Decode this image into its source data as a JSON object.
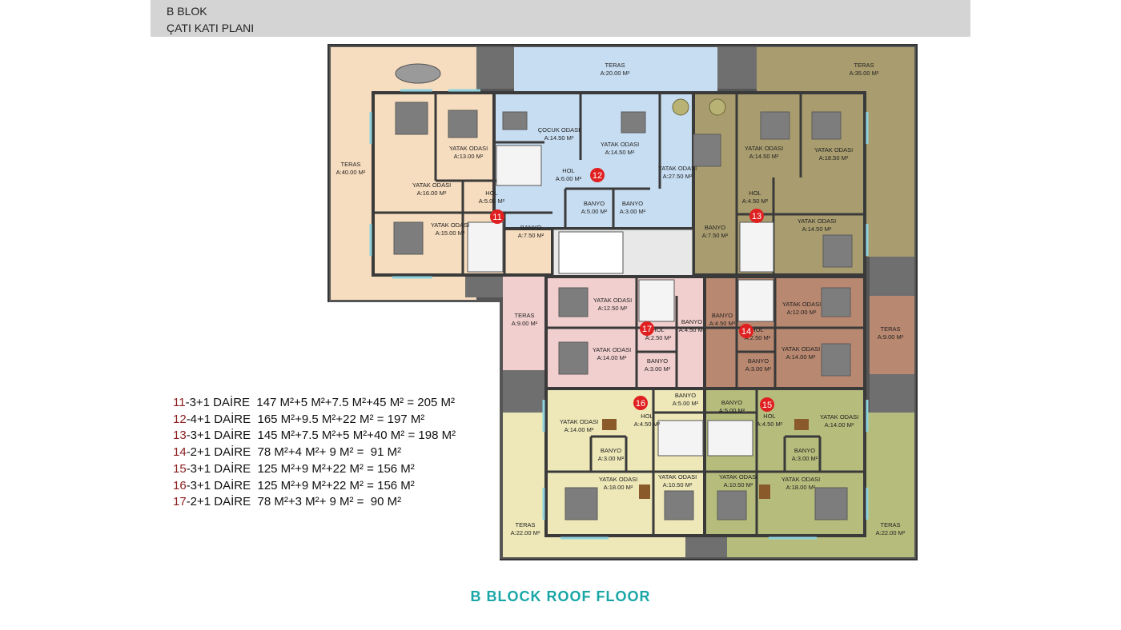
{
  "header": {
    "block": "B BLOK",
    "plan": "ÇATI KATI PLANI"
  },
  "rooms": [
    {
      "id": "teras-top",
      "name": "TERAS",
      "area": "A:20.00 M²"
    },
    {
      "id": "teras-tr",
      "name": "TERAS",
      "area": "A:35.00 M²"
    },
    {
      "id": "teras-left",
      "name": "TERAS",
      "area": "A:40.00 M²"
    },
    {
      "id": "yatak-11a",
      "name": "YATAK ODASI",
      "area": "A:13.00 M²"
    },
    {
      "id": "yatak-11b",
      "name": "YATAK ODASI",
      "area": "A:16.00 M²"
    },
    {
      "id": "hol-11",
      "name": "HOL",
      "area": "A:5.00 M²"
    },
    {
      "id": "yatak-11c",
      "name": "YATAK ODASI",
      "area": "A:15.00 M²"
    },
    {
      "id": "banyo-11",
      "name": "BANYO",
      "area": "A:7.50 M²"
    },
    {
      "id": "cocuk-12",
      "name": "ÇOCUK ODASI",
      "area": "A:14.50 M²"
    },
    {
      "id": "yatak-12a",
      "name": "YATAK ODASI",
      "area": "A:14.50 M²"
    },
    {
      "id": "yatak-12b",
      "name": "YATAK ODASI",
      "area": "A:27.50 M²"
    },
    {
      "id": "hol-12",
      "name": "HOL",
      "area": "A:6.00 M²"
    },
    {
      "id": "banyo-12a",
      "name": "BANYO",
      "area": "A:5.00 M²"
    },
    {
      "id": "banyo-12b",
      "name": "BANYO",
      "area": "A:3.00 M²"
    },
    {
      "id": "yatak-13a",
      "name": "YATAK ODASI",
      "area": "A:14.50 M²"
    },
    {
      "id": "yatak-13b",
      "name": "YATAK ODASI",
      "area": "A:18.50 M²"
    },
    {
      "id": "hol-13",
      "name": "HOL",
      "area": "A:4.50 M²"
    },
    {
      "id": "banyo-13",
      "name": "BANYO",
      "area": "A:7.50 M²"
    },
    {
      "id": "yatak-13c",
      "name": "YATAK ODASI",
      "area": "A:14.50 M²"
    },
    {
      "id": "teras-17",
      "name": "TERAS",
      "area": "A:9.00 M²"
    },
    {
      "id": "yatak-17a",
      "name": "YATAK ODASI",
      "area": "A:12.50 M²"
    },
    {
      "id": "hol-17",
      "name": "HOL",
      "area": "A:2.50 M²"
    },
    {
      "id": "banyo-17a",
      "name": "BANYO",
      "area": "A:4.50 M²"
    },
    {
      "id": "yatak-17b",
      "name": "YATAK ODASI",
      "area": "A:14.00 M²"
    },
    {
      "id": "banyo-17b",
      "name": "BANYO",
      "area": "A:3.00 M²"
    },
    {
      "id": "banyo-14a",
      "name": "BANYO",
      "area": "A:4.50 M²"
    },
    {
      "id": "hol-14",
      "name": "HOL",
      "area": "A:2.50 M²"
    },
    {
      "id": "yatak-14a",
      "name": "YATAK ODASI",
      "area": "A:12.00 M²"
    },
    {
      "id": "yatak-14b",
      "name": "YATAK ODASI",
      "area": "A:14.00 M²"
    },
    {
      "id": "banyo-14b",
      "name": "BANYO",
      "area": "A:3.00 M²"
    },
    {
      "id": "teras-14",
      "name": "TERAS",
      "area": "A:9.00 M²"
    },
    {
      "id": "yatak-16a",
      "name": "YATAK ODASI",
      "area": "A:14.00 M²"
    },
    {
      "id": "hol-16",
      "name": "HOL",
      "area": "A:4.50 M²"
    },
    {
      "id": "banyo-16a",
      "name": "BANYO",
      "area": "A:5.00 M²"
    },
    {
      "id": "banyo-16b",
      "name": "BANYO",
      "area": "A:3.00 M²"
    },
    {
      "id": "yatak-16b",
      "name": "YATAK ODASI",
      "area": "A:18.00 M²"
    },
    {
      "id": "yatak-16c",
      "name": "YATAK ODASI",
      "area": "A:10.50 M²"
    },
    {
      "id": "teras-16",
      "name": "TERAS",
      "area": "A:22.00 M²"
    },
    {
      "id": "banyo-15a",
      "name": "BANYO",
      "area": "A:5.00 M²"
    },
    {
      "id": "hol-15",
      "name": "HOL",
      "area": "A:4.50 M²"
    },
    {
      "id": "yatak-15a",
      "name": "YATAK ODASI",
      "area": "A:14.00 M²"
    },
    {
      "id": "banyo-15b",
      "name": "BANYO",
      "area": "A:3.00 M²"
    },
    {
      "id": "yatak-15b",
      "name": "YATAK ODASI",
      "area": "A:10.50 M²"
    },
    {
      "id": "yatak-15c",
      "name": "YATAK ODASI",
      "area": "A:18.00 M²"
    },
    {
      "id": "teras-15",
      "name": "TERAS",
      "area": "A:22.00 M²"
    }
  ],
  "units": [
    {
      "num": "11",
      "desc": "-3+1 DAİRE  147 M²+5 M²+7.5 M²+45 M² = 205 M²"
    },
    {
      "num": "12",
      "desc": "-4+1 DAİRE  165 M²+9.5 M²+22 M² = 197 M²"
    },
    {
      "num": "13",
      "desc": "-3+1 DAİRE  145 M²+7.5 M²+5 M²+40 M² = 198 M²"
    },
    {
      "num": "14",
      "desc": "-2+1 DAİRE  78 M²+4 M²+ 9 M² =  91 M²"
    },
    {
      "num": "15",
      "desc": "-3+1 DAİRE  125 M²+9 M²+22 M² = 156 M²"
    },
    {
      "num": "16",
      "desc": "-3+1 DAİRE  125 M²+9 M²+22 M² = 156 M²"
    },
    {
      "num": "17",
      "desc": "-2+1 DAİRE  78 M²+3 M²+ 9 M² =  90 M²"
    }
  ],
  "footer": "B BLOCK ROOF FLOOR",
  "colors": {
    "unit11": "#f7ddbf",
    "unit12": "#c7ddf1",
    "unit13": "#a99d6f",
    "unit17": "#f2cfcf",
    "unit14": "#b98870",
    "unit16": "#eee8b8",
    "unit15": "#b6bd7c",
    "wall": "#3a3a3a",
    "badge": "#e02020"
  }
}
